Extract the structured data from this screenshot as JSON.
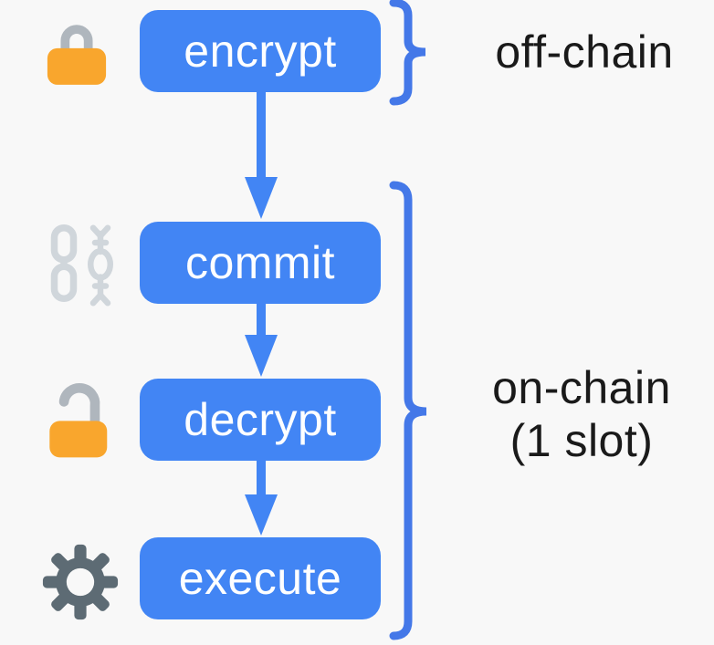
{
  "diagram": {
    "nodes": [
      {
        "label": "encrypt",
        "icon": "lock-closed-icon"
      },
      {
        "label": "commit",
        "icon": "chains-icon"
      },
      {
        "label": "decrypt",
        "icon": "lock-open-icon"
      },
      {
        "label": "execute",
        "icon": "gear-icon"
      }
    ],
    "edges": [
      "encrypt -> commit",
      "commit -> decrypt",
      "decrypt -> execute"
    ],
    "groups": [
      {
        "label": "off-chain",
        "nodes": [
          "encrypt"
        ]
      },
      {
        "label_line1": "on-chain",
        "label_line2": "(1 slot)",
        "nodes": [
          "commit",
          "decrypt",
          "execute"
        ]
      }
    ],
    "colors": {
      "background": "#F8F8F8",
      "node_fill": "#4285F4",
      "node_text": "#FDFEFF",
      "arrow": "#4285F4",
      "brace": "#4478E8",
      "label_text": "#1A1A1A",
      "lock_body_orange": "#F9A62D",
      "lock_shackle_gray": "#AFB6BD",
      "chain_gray": "#D0D6DB",
      "gear_gray": "#5D6B74"
    }
  }
}
